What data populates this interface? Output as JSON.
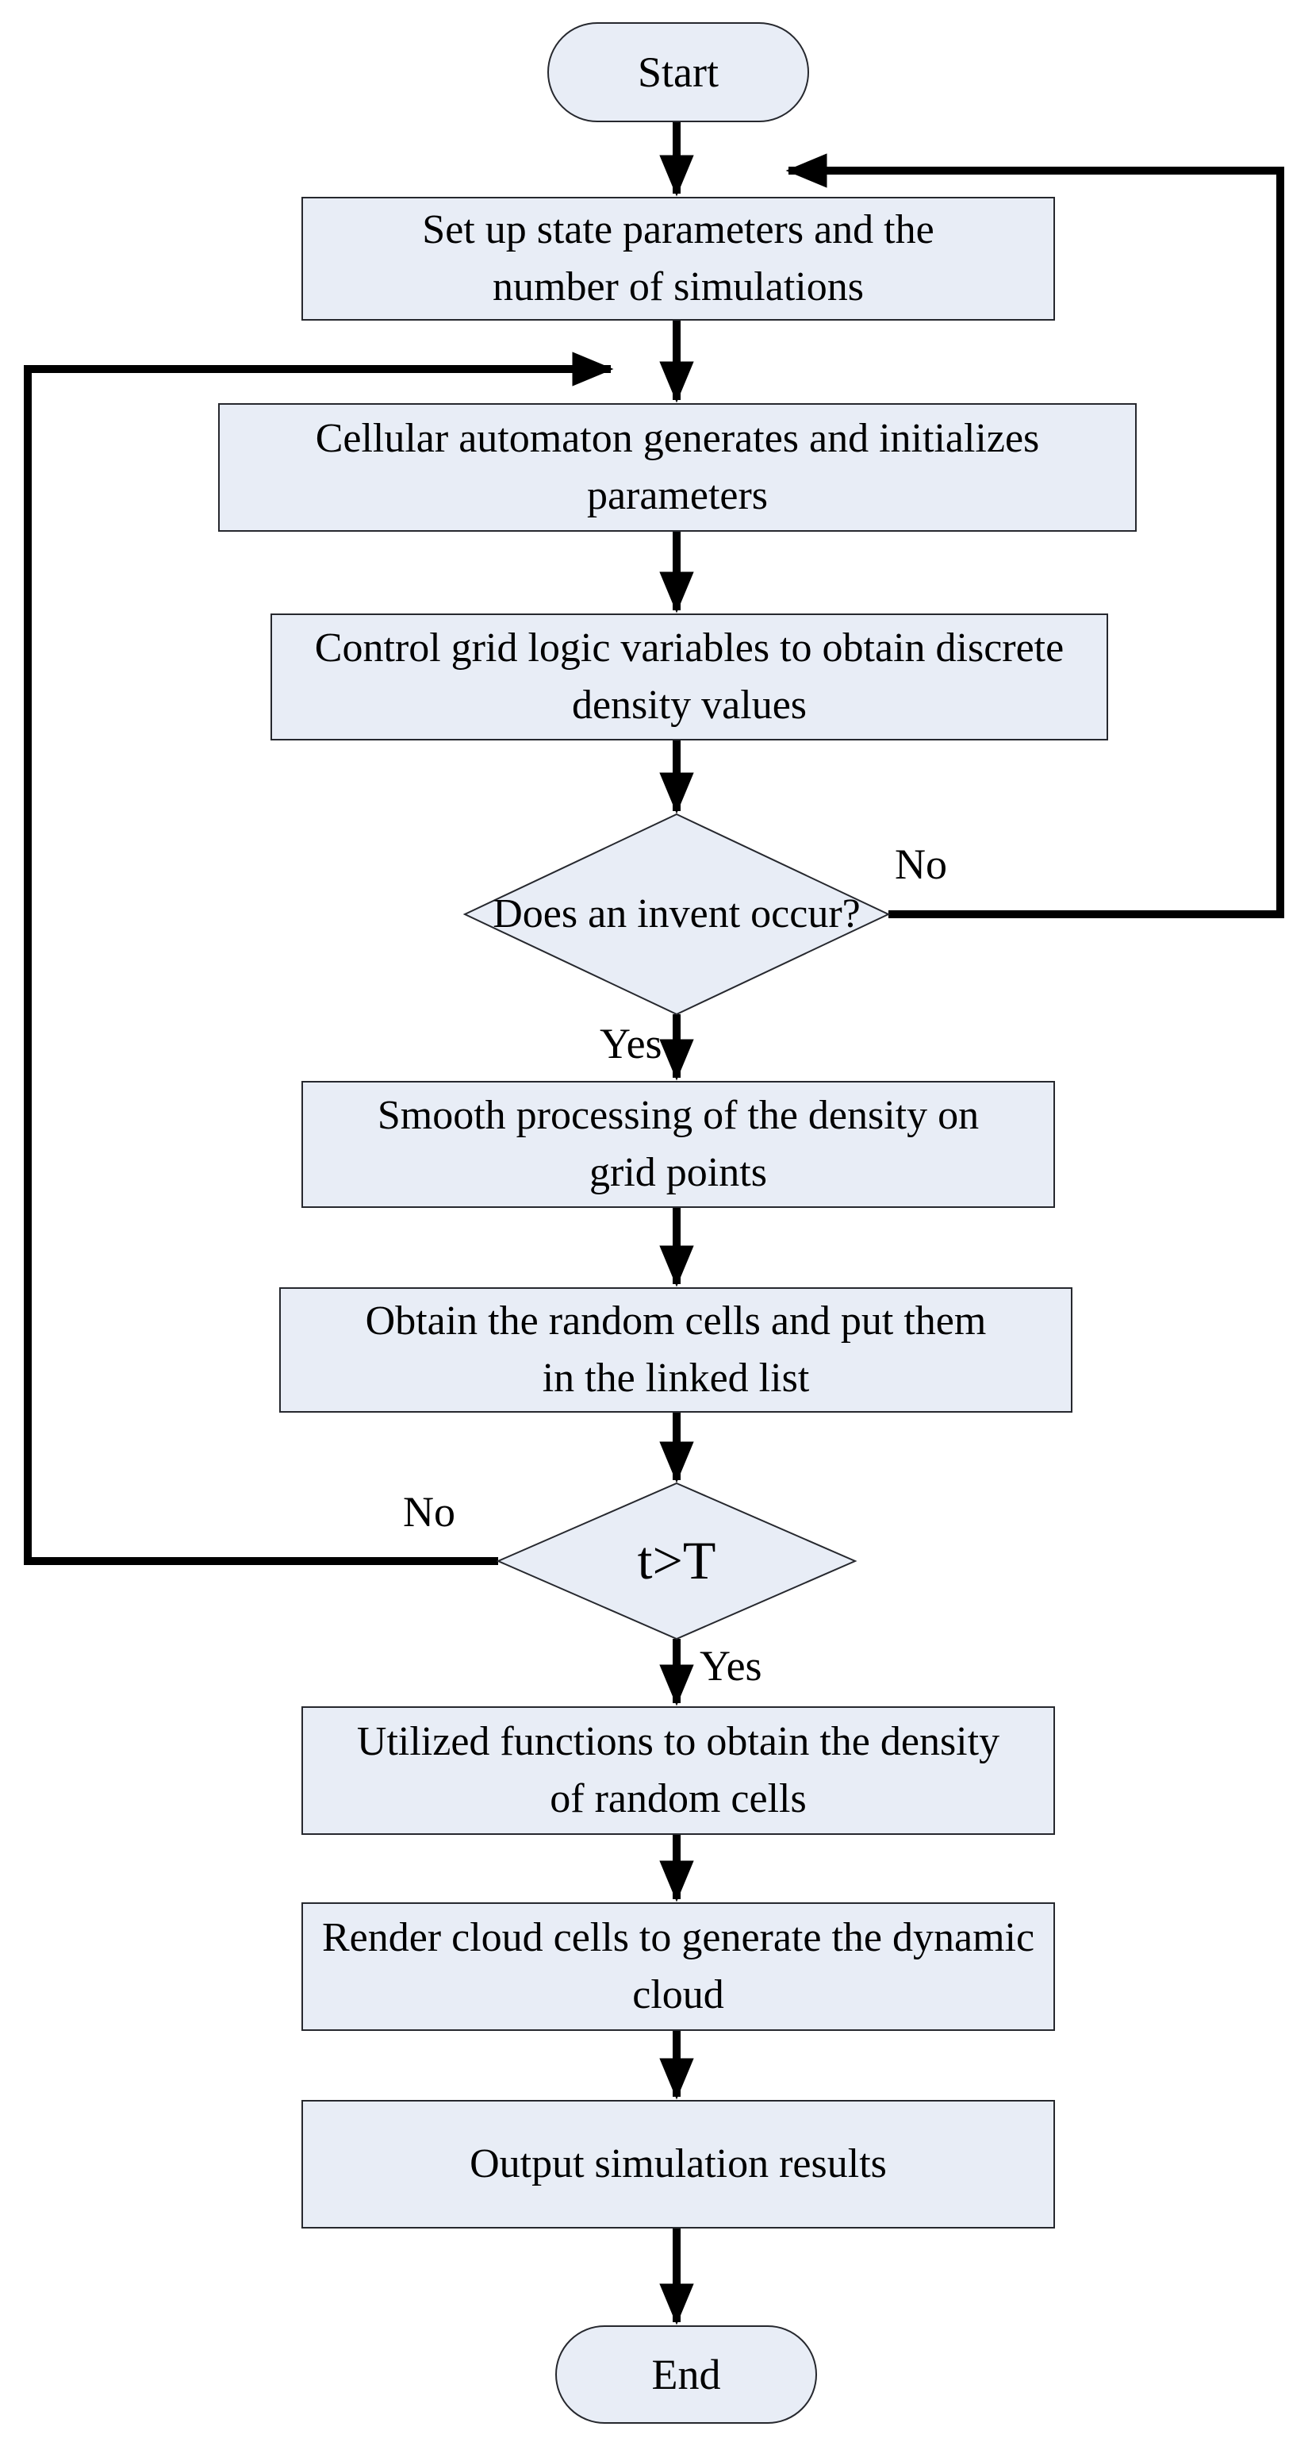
{
  "flowchart": {
    "colors": {
      "background": "#ffffff",
      "node_fill": "#e8edf6",
      "node_border": "#26282e",
      "line": "#000000"
    },
    "nodes": {
      "start": {
        "label": "Start",
        "type": "terminator"
      },
      "setup": {
        "label": "Set up state parameters and the number of simulations",
        "type": "process"
      },
      "generate": {
        "label": "Cellular automaton generates and initializes parameters",
        "type": "process"
      },
      "control": {
        "label": "Control grid logic variables to obtain discrete density values",
        "type": "process"
      },
      "invent": {
        "label": "Does an invent occur?",
        "type": "decision"
      },
      "smooth": {
        "label": "Smooth processing of the density on grid points",
        "type": "process"
      },
      "obtain": {
        "label": "Obtain the random cells and put them in the linked list",
        "type": "process"
      },
      "ttest": {
        "label": "t>T",
        "type": "decision"
      },
      "utilize": {
        "label": "Utilized functions to obtain the density of random cells",
        "type": "process"
      },
      "render": {
        "label": "Render cloud cells to generate the dynamic cloud",
        "type": "process"
      },
      "output": {
        "label": "Output simulation results",
        "type": "process"
      },
      "end": {
        "label": "End",
        "type": "terminator"
      }
    },
    "edge_labels": {
      "invent_no": "No",
      "invent_yes": "Yes",
      "ttest_no": "No",
      "ttest_yes": "Yes"
    },
    "connections": [
      "start -> setup",
      "setup -> generate",
      "generate -> control",
      "control -> invent",
      "invent -No-> setup (loop right side, rejoins above setup)",
      "invent -Yes-> smooth",
      "smooth -> obtain",
      "obtain -> ttest",
      "ttest -No-> generate (loop left side, rejoins above generate)",
      "ttest -Yes-> utilize",
      "utilize -> render",
      "render -> output",
      "output -> end"
    ]
  }
}
